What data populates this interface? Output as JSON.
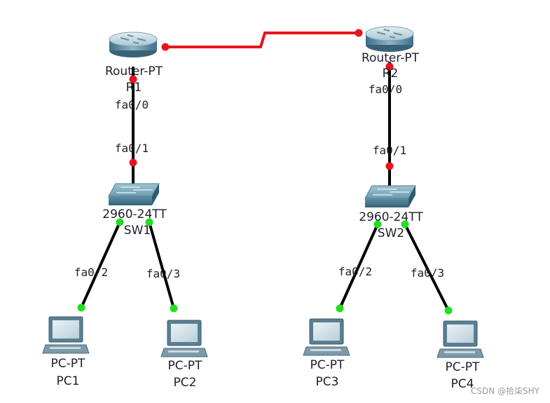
{
  "colors": {
    "serial_link": "#e8131b",
    "ethernet_link": "#000000",
    "port_down": "#e8131b",
    "port_up": "#22dd22"
  },
  "routers": [
    {
      "model": "Router-PT",
      "name": "R1"
    },
    {
      "model": "Router-PT",
      "name": "R2"
    }
  ],
  "switches": [
    {
      "model": "2960-24TT",
      "name": "SW1"
    },
    {
      "model": "2960-24TT",
      "name": "SW2"
    }
  ],
  "pcs": [
    {
      "model": "PC-PT",
      "name": "PC1"
    },
    {
      "model": "PC-PT",
      "name": "PC2"
    },
    {
      "model": "PC-PT",
      "name": "PC3"
    },
    {
      "model": "PC-PT",
      "name": "PC4"
    }
  ],
  "port_labels": {
    "r1_fa00": "fa0/0",
    "sw1_fa01": "fa0/1",
    "sw1_fa02": "fa0/2",
    "sw1_fa03": "fa0/3",
    "r2_fa00": "fa0/0",
    "sw2_fa01": "fa0/1",
    "sw2_fa02": "fa0/2",
    "sw2_fa03": "fa0/3"
  },
  "watermark": "CSDN @拾柒SHY"
}
